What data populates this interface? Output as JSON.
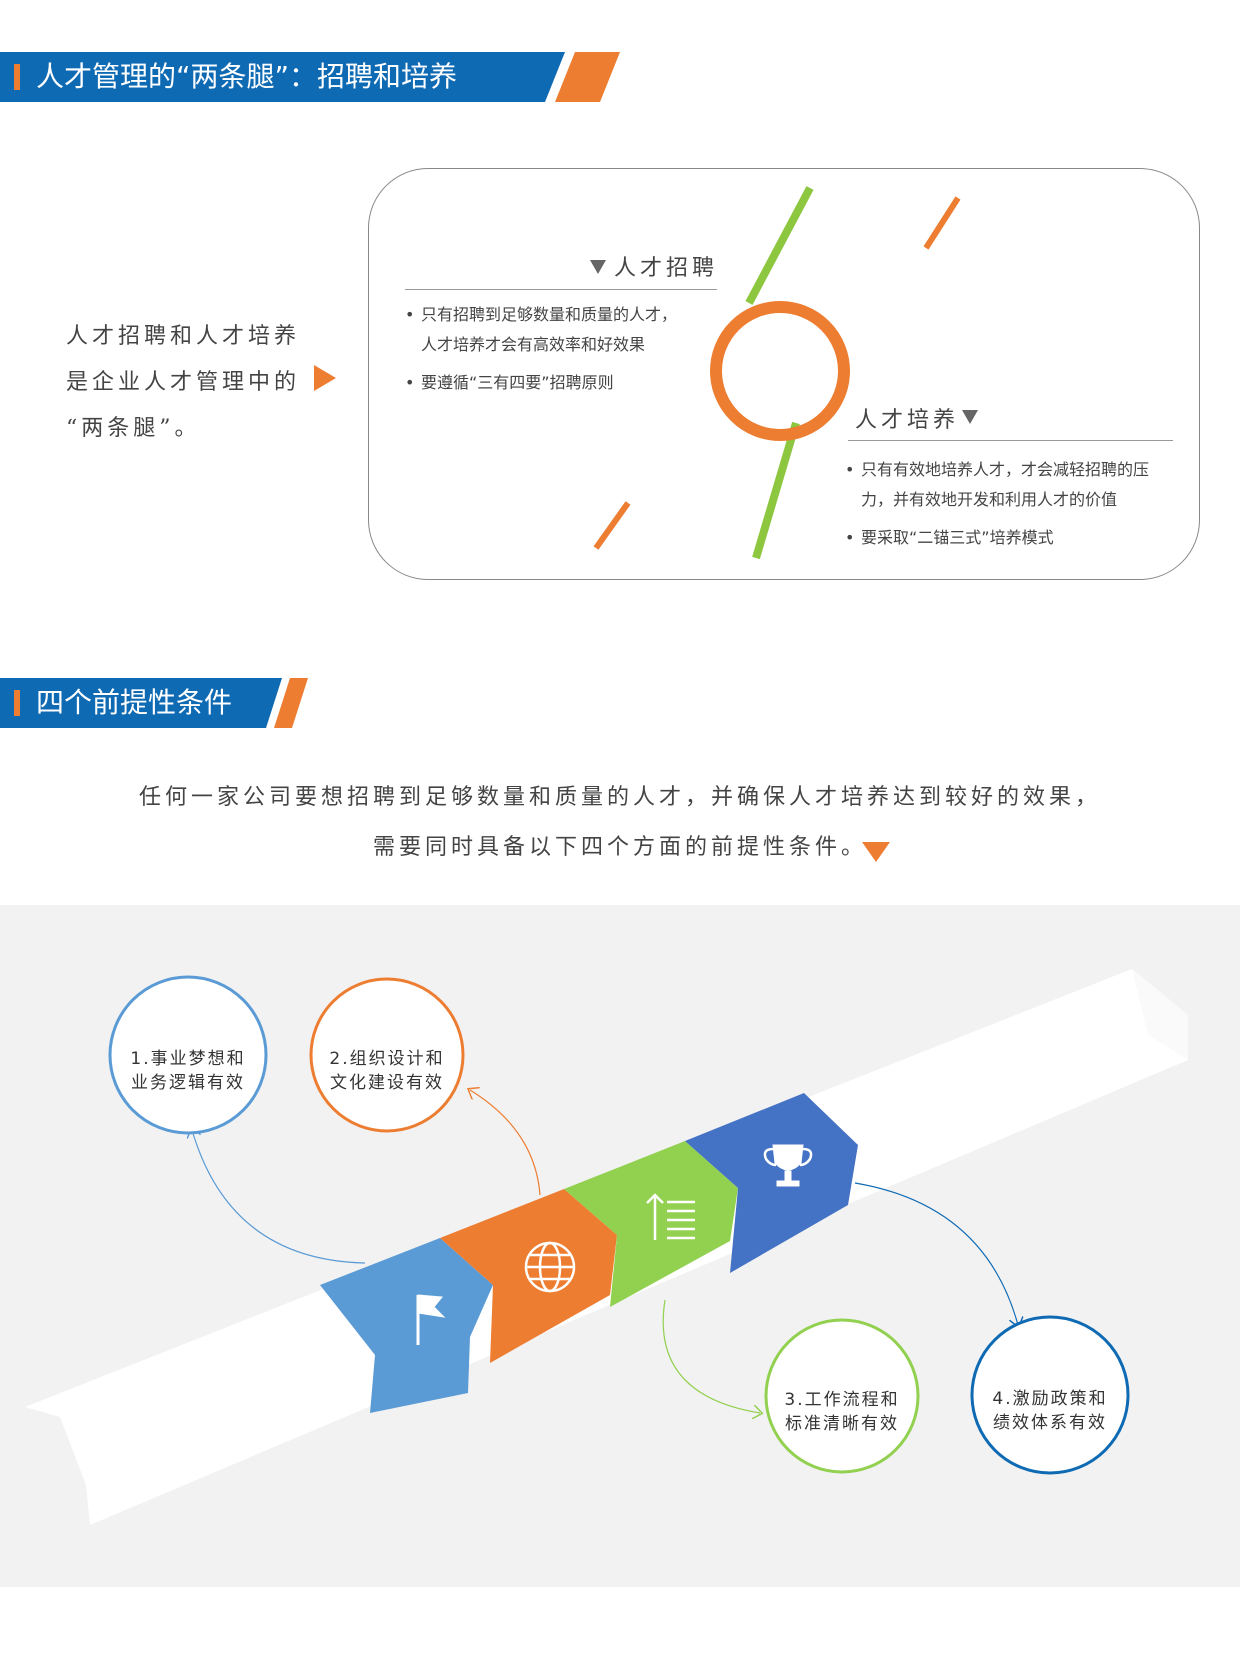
{
  "section1": {
    "title": "人才管理的“两条腿”：招聘和培养",
    "intro_lines": [
      "人才招聘和人才培养",
      "是企业人才管理中的",
      "“两条腿”。"
    ],
    "recruit": {
      "heading": "人才招聘",
      "bullets": [
        [
          "只有招聘到足够数量和质量的人才，",
          "人才培养才会有高效率和好效果"
        ],
        [
          "要遵循“三有四要”招聘原则"
        ]
      ]
    },
    "train": {
      "heading": "人才培养",
      "bullets": [
        [
          "只有有效地培养人才，才会减轻招聘的压",
          "力，并有效地开发和利用人才的价值"
        ],
        [
          "要采取“二锚三式”培养模式"
        ]
      ]
    }
  },
  "section2": {
    "title": "四个前提性条件",
    "intro_lines": [
      "任何一家公司要想招聘到足够数量和质量的人才，并确保人才培养达到较好的效果，",
      "需要同时具备以下四个方面的前提性条件。"
    ],
    "conditions": [
      {
        "lines": [
          "1.事业梦想和",
          "业务逻辑有效"
        ],
        "color": "#5b9bd5",
        "icon": "flag-icon"
      },
      {
        "lines": [
          "2.组织设计和",
          "文化建设有效"
        ],
        "color": "#ed7d31",
        "icon": "globe-icon"
      },
      {
        "lines": [
          "3.工作流程和",
          "标准清晰有效"
        ],
        "color": "#92d050",
        "icon": "list-up-icon"
      },
      {
        "lines": [
          "4.激励政策和",
          "绩效体系有效"
        ],
        "color": "#0f6ab4",
        "icon": "trophy-icon"
      }
    ]
  },
  "colors": {
    "blue": "#0f6ab4",
    "orange": "#ed7d31",
    "green": "#8dc63f",
    "gray_bg": "#f2f2f2"
  }
}
